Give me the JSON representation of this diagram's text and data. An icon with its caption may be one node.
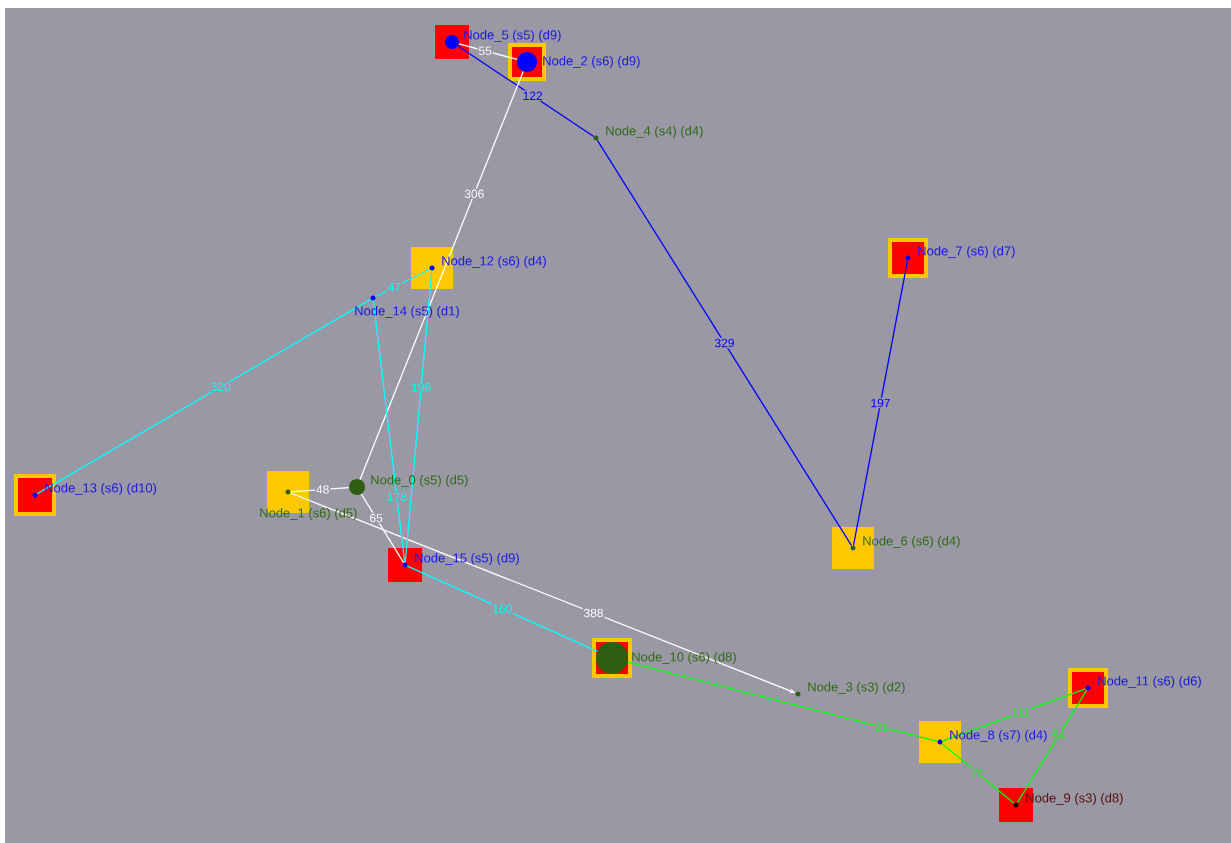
{
  "diagram": {
    "nodes": [
      {
        "text": [
          "Node_0 (s5) (d5)"
        ]
      },
      {
        "text": [
          "Node_1 (s6) (d5)"
        ]
      },
      {
        "text": [
          "Node_2 (s6) (d9)"
        ]
      },
      {
        "text": [
          "Node_3 (s3) (d2)"
        ]
      },
      {
        "text": [
          "Node_4 (s4) (d4)"
        ]
      },
      {
        "text": [
          "Node_5 (s5) (d9)"
        ]
      },
      {
        "text": [
          "Node_6 (s6) (d4)"
        ]
      },
      {
        "text": [
          "Node_7 (s6) (d7)"
        ]
      },
      {
        "text": [
          "Node_8 (s7) (d4)"
        ]
      },
      {
        "text": [
          "Node_9 (s3) (d8)"
        ]
      },
      {
        "text": [
          "Node_10 (s6) (d8)"
        ]
      },
      {
        "text": [
          "Node_11 (s6) (d6)"
        ]
      },
      {
        "text": [
          "Node_12 (s6) (d4)"
        ]
      },
      {
        "text": [
          "Node_13 (s6) (d10)"
        ]
      },
      {
        "text": [
          "Node_14 (s5) (d1)"
        ]
      },
      {
        "text": [
          "Node_15 (s5) (d9)"
        ]
      }
    ],
    "edges": [
      {
        "from": 5,
        "to": 2,
        "arrow": "none",
        "label": "55"
      },
      {
        "from": 5,
        "to": 4,
        "arrow": "none",
        "label": "122",
        "color": "#0000ff"
      },
      {
        "from": 4,
        "to": 6,
        "arrow": "none",
        "label": "329",
        "color": "#0000ff"
      },
      {
        "from": 6,
        "to": 7,
        "arrow": "none",
        "label": "197",
        "color": "#0000ff"
      },
      {
        "from": 2,
        "to": 0,
        "arrow": "none",
        "label": "306"
      },
      {
        "from": 1,
        "to": 0,
        "arrow": "none",
        "label": "48"
      },
      {
        "from": 0,
        "to": 15,
        "arrow": "none",
        "label": "65"
      },
      {
        "from": 1,
        "to": 3,
        "arrow": "to",
        "label": "388"
      },
      {
        "from": 14,
        "to": 12,
        "arrow": "none",
        "label": "47",
        "color": "#00ffff"
      },
      {
        "from": 13,
        "to": 14,
        "arrow": "none",
        "label": "320",
        "color": "#00ffff"
      },
      {
        "from": 14,
        "to": 15,
        "arrow": "none",
        "label": "178",
        "color": "#00ffff"
      },
      {
        "from": 12,
        "to": 15,
        "arrow": "none",
        "label": "196",
        "color": "#00ffff"
      },
      {
        "from": 15,
        "to": 10,
        "arrow": "none",
        "label": "160",
        "color": "#00ffff"
      },
      {
        "from": 10,
        "to": 8,
        "arrow": "none",
        "label": "21",
        "color": "#00ff00"
      },
      {
        "from": 8,
        "to": 11,
        "arrow": "none",
        "label": "111",
        "color": "#00ff00"
      },
      {
        "from": 8,
        "to": 9,
        "arrow": "none",
        "label": "70",
        "color": "#00ff00"
      },
      {
        "from": 9,
        "to": 11,
        "arrow": "none",
        "label": "54",
        "color": "#00ff00"
      }
    ]
  }
}
